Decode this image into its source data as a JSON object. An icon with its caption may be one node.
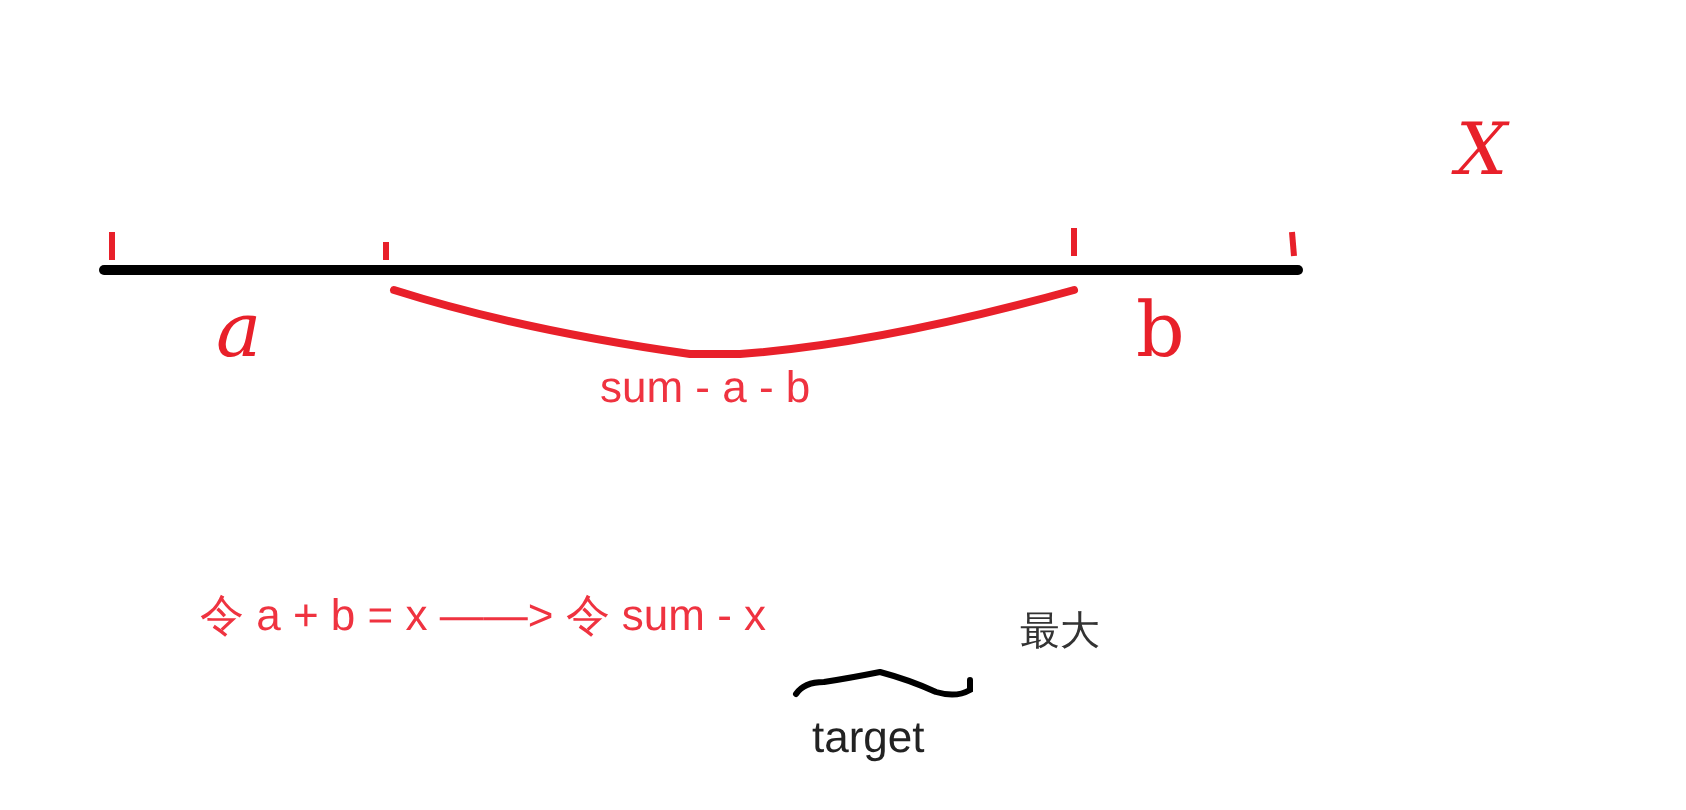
{
  "diagram": {
    "labels": [
      "X",
      "a",
      "b",
      "sum - a - b",
      "令 a + b = x ——> 令 sum - x",
      "最大",
      "target"
    ]
  }
}
